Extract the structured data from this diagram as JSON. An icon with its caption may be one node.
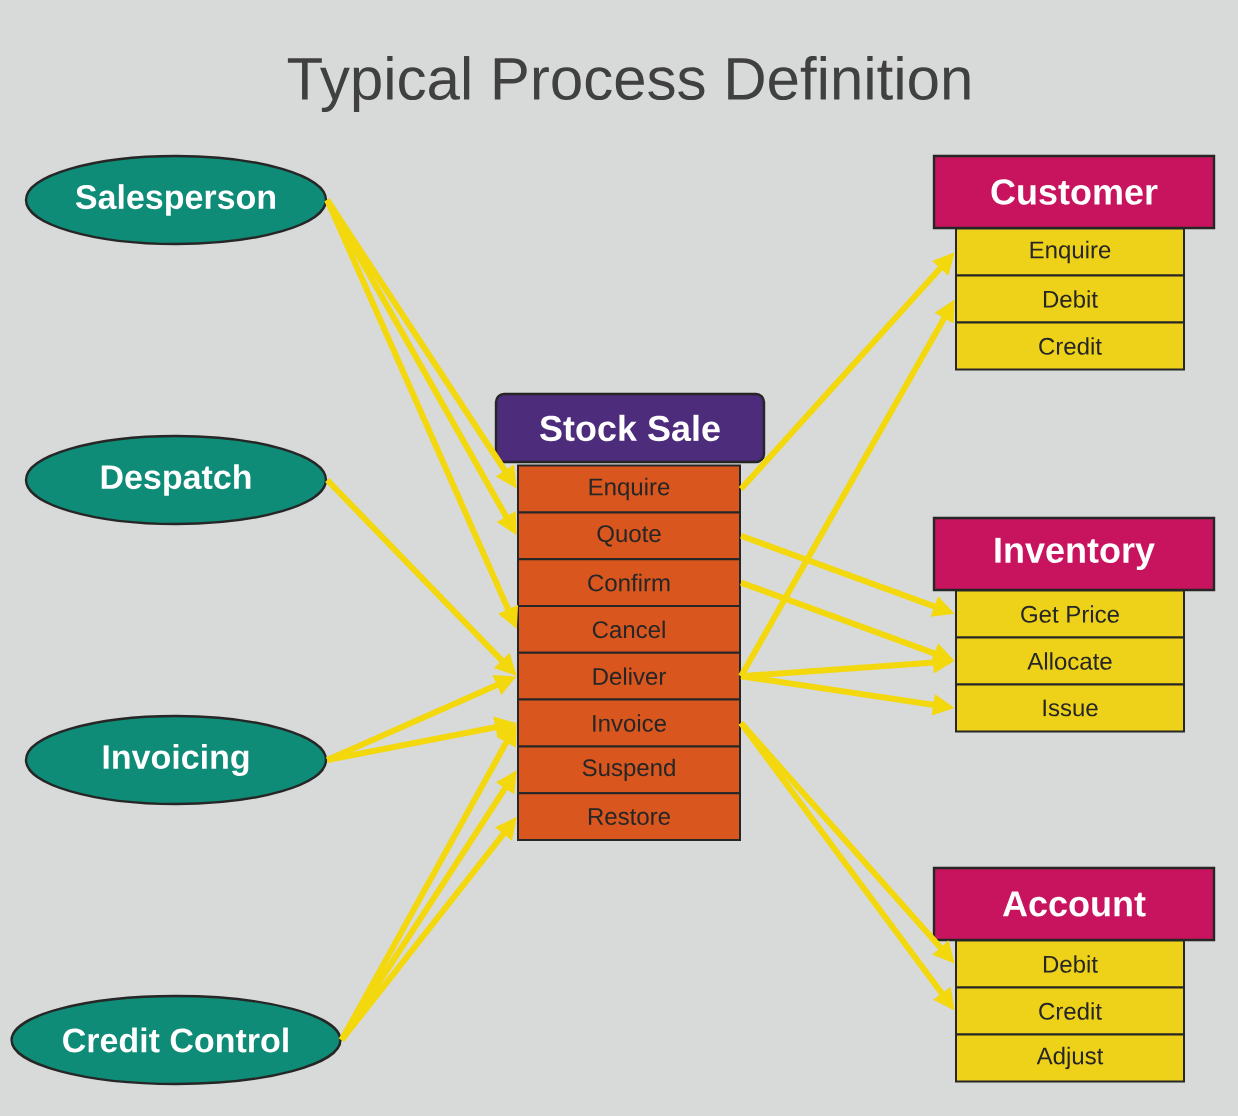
{
  "diagram": {
    "title": "Typical Process Definition",
    "nodes": [
      {
        "text": [
          "Salesperson"
        ]
      },
      {
        "text": [
          "Despatch"
        ]
      },
      {
        "text": [
          "Invoicing"
        ]
      },
      {
        "text": [
          "Credit Control"
        ]
      },
      {
        "text": [
          "Stock Sale"
        ]
      },
      {
        "text": [
          "Enquire"
        ]
      },
      {
        "text": [
          "Quote"
        ]
      },
      {
        "text": [
          "Confirm"
        ]
      },
      {
        "text": [
          "Cancel"
        ]
      },
      {
        "text": [
          "Deliver"
        ]
      },
      {
        "text": [
          "Invoice"
        ]
      },
      {
        "text": [
          "Suspend"
        ]
      },
      {
        "text": [
          "Restore"
        ]
      },
      {
        "text": [
          "Customer"
        ]
      },
      {
        "text": [
          "Enquire"
        ]
      },
      {
        "text": [
          "Debit"
        ]
      },
      {
        "text": [
          "Credit"
        ]
      },
      {
        "text": [
          "Inventory"
        ]
      },
      {
        "text": [
          "Get Price"
        ]
      },
      {
        "text": [
          "Allocate"
        ]
      },
      {
        "text": [
          "Issue"
        ]
      },
      {
        "text": [
          "Account"
        ]
      },
      {
        "text": [
          "Debit"
        ]
      },
      {
        "text": [
          "Credit"
        ]
      },
      {
        "text": [
          "Adjust"
        ]
      }
    ],
    "edges": [
      {
        "from": 0,
        "to": 5,
        "arrow": "to"
      },
      {
        "from": 0,
        "to": 6,
        "arrow": "to"
      },
      {
        "from": 0,
        "to": 8,
        "arrow": "to"
      },
      {
        "from": 1,
        "to": 9,
        "arrow": "to"
      },
      {
        "from": 2,
        "to": 9,
        "arrow": "to"
      },
      {
        "from": 2,
        "to": 10,
        "arrow": "to"
      },
      {
        "from": 3,
        "to": 10,
        "arrow": "to"
      },
      {
        "from": 3,
        "to": 11,
        "arrow": "to"
      },
      {
        "from": 3,
        "to": 12,
        "arrow": "to"
      },
      {
        "from": 5,
        "to": 14,
        "arrow": "to"
      },
      {
        "from": 9,
        "to": 15,
        "arrow": "to"
      },
      {
        "from": 6,
        "to": 18,
        "arrow": "to"
      },
      {
        "from": 7,
        "to": 19,
        "arrow": "to"
      },
      {
        "from": 9,
        "to": 19,
        "arrow": "to"
      },
      {
        "from": 9,
        "to": 20,
        "arrow": "to"
      },
      {
        "from": 10,
        "to": 22,
        "arrow": "to"
      },
      {
        "from": 10,
        "to": 23,
        "arrow": "to"
      }
    ]
  }
}
